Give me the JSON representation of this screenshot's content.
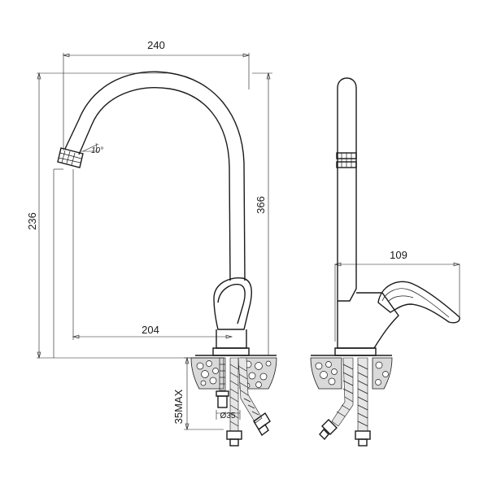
{
  "dimensions": {
    "width_top": "240",
    "height_left": "236",
    "height_total": "366",
    "reach": "204",
    "mount_thickness": "35MAX",
    "hole_diameter": "Ø35",
    "spout_angle": "10°",
    "handle_reach": "109"
  },
  "icons": {
    "front_view": "faucet-front-view-icon",
    "side_view": "faucet-side-view-icon"
  }
}
